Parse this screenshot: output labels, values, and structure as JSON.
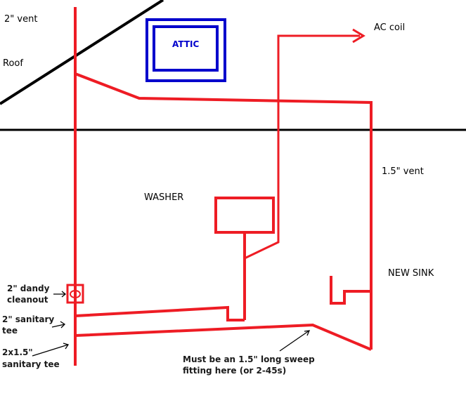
{
  "labels": {
    "two_inch_vent": "2\" vent",
    "roof": "Roof",
    "attic": "ATTIC",
    "ac_coil": "AC coil",
    "one_five_vent": "1.5\" vent",
    "washer": "WASHER",
    "new_sink": "NEW SINK",
    "dandy_line1": "2\" dandy",
    "dandy_line2": "cleanout",
    "sanitary_line1": "2\" sanitary",
    "sanitary_line2": "tee",
    "sanitary2_line1": "2x1.5\"",
    "sanitary2_line2": "sanitary tee",
    "sweep_line1": "Must be an 1.5\" long sweep",
    "sweep_line2": "fitting here (or 2-45s)"
  },
  "colors": {
    "pipe": "#ee1c24",
    "attic": "#0000cc",
    "line": "#000000",
    "text": "#000000"
  }
}
